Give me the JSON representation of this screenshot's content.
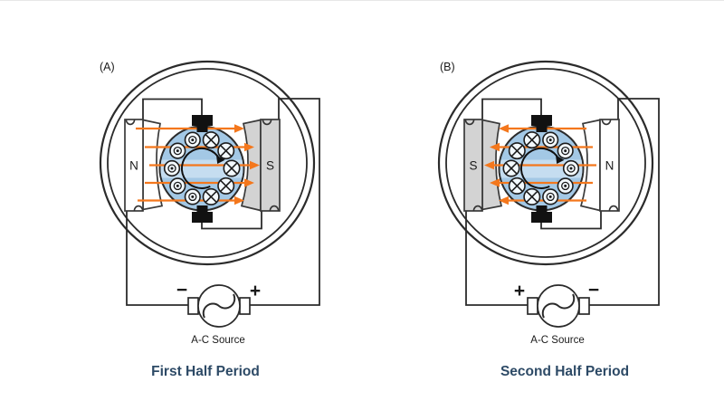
{
  "page": {
    "background": "#ffffff"
  },
  "colors": {
    "outline": "#2b2b2b",
    "flux_arrow_orange": "#f4771c",
    "rotor_blue": "#a3c8e5",
    "rotor_band_blue": "#c5ddf0",
    "pole_gray": "#d3d3d3",
    "pole_white": "#ffffff",
    "brush_black": "#111111",
    "caption_blue": "#2d4a66",
    "text_black": "#1a1a1a"
  },
  "panels": [
    {
      "panel_label": "(A)",
      "left_pole_label": "N",
      "right_pole_label": "S",
      "left_terminal_sign": "−",
      "right_terminal_sign": "+",
      "source_label": "A-C Source",
      "caption": "First Half Period",
      "flux_direction": "left-to-right",
      "rotation": "clockwise",
      "left_conductors": "current-out-dots",
      "right_conductors": "current-in-crosses"
    },
    {
      "panel_label": "(B)",
      "left_pole_label": "S",
      "right_pole_label": "N",
      "left_terminal_sign": "+",
      "right_terminal_sign": "−",
      "source_label": "A-C Source",
      "caption": "Second Half Period",
      "flux_direction": "right-to-left",
      "rotation": "clockwise",
      "left_conductors": "current-in-crosses",
      "right_conductors": "current-out-dots"
    }
  ]
}
